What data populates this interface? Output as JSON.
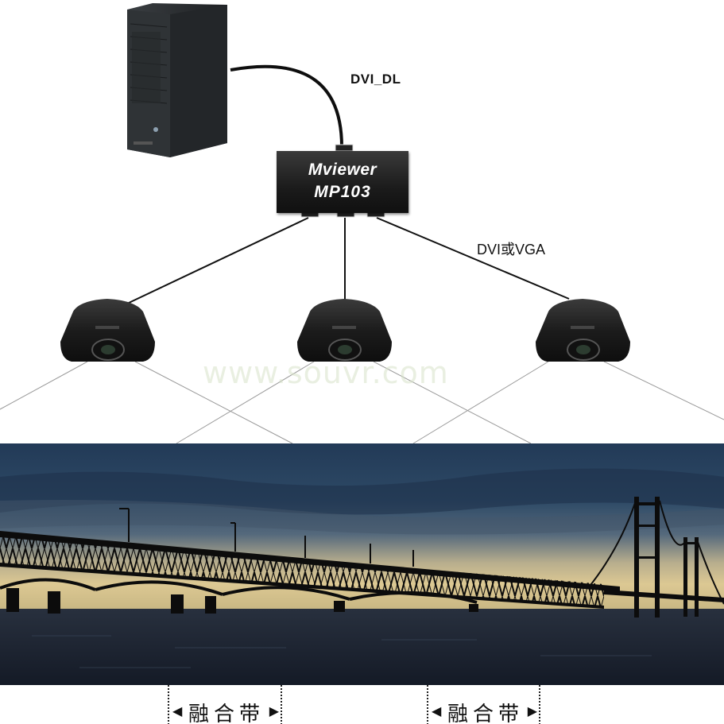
{
  "labels": {
    "cable_top": "DVI_DL",
    "cable_out": "DVI或VGA",
    "device_name": "Mviewer",
    "device_model": "MP103",
    "watermark": "www.souvr.com"
  },
  "blend_zones": [
    {
      "label": "融合带"
    },
    {
      "label": "融合带"
    }
  ],
  "colors": {
    "device_fill": "#1b1b1b",
    "projector_body": "#1a1a1a",
    "sky_top": "#1f3550",
    "sky_horizon": "#d9c48f",
    "water": "#1a2130",
    "bridge": "#0c0c0c"
  },
  "icons": {
    "server": "tower-server-icon",
    "projector": "projector-icon"
  }
}
